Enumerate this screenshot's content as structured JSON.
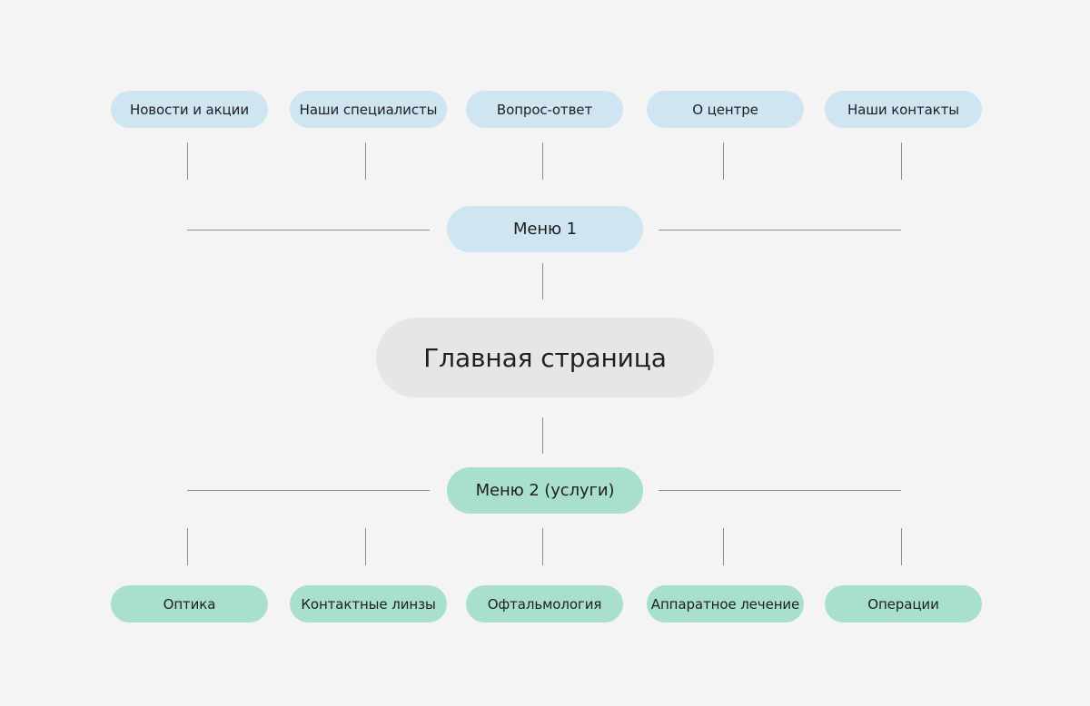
{
  "main": {
    "label": "Главная страница"
  },
  "menu1": {
    "label": "Меню 1",
    "items": [
      "Новости и акции",
      "Наши специалисты",
      "Вопрос-ответ",
      "О центре",
      "Наши контакты"
    ]
  },
  "menu2": {
    "label": "Меню 2 (услуги)",
    "items": [
      "Оптика",
      "Контактные линзы",
      "Офтальмология",
      "Аппаратное лечение",
      "Операции"
    ]
  },
  "colors": {
    "background": "#f4f4f4",
    "menu1_fill": "#cfe5f1",
    "menu2_fill": "#a9e0cb",
    "main_fill": "#e6e6e6",
    "connector": "#8e8e8e"
  }
}
